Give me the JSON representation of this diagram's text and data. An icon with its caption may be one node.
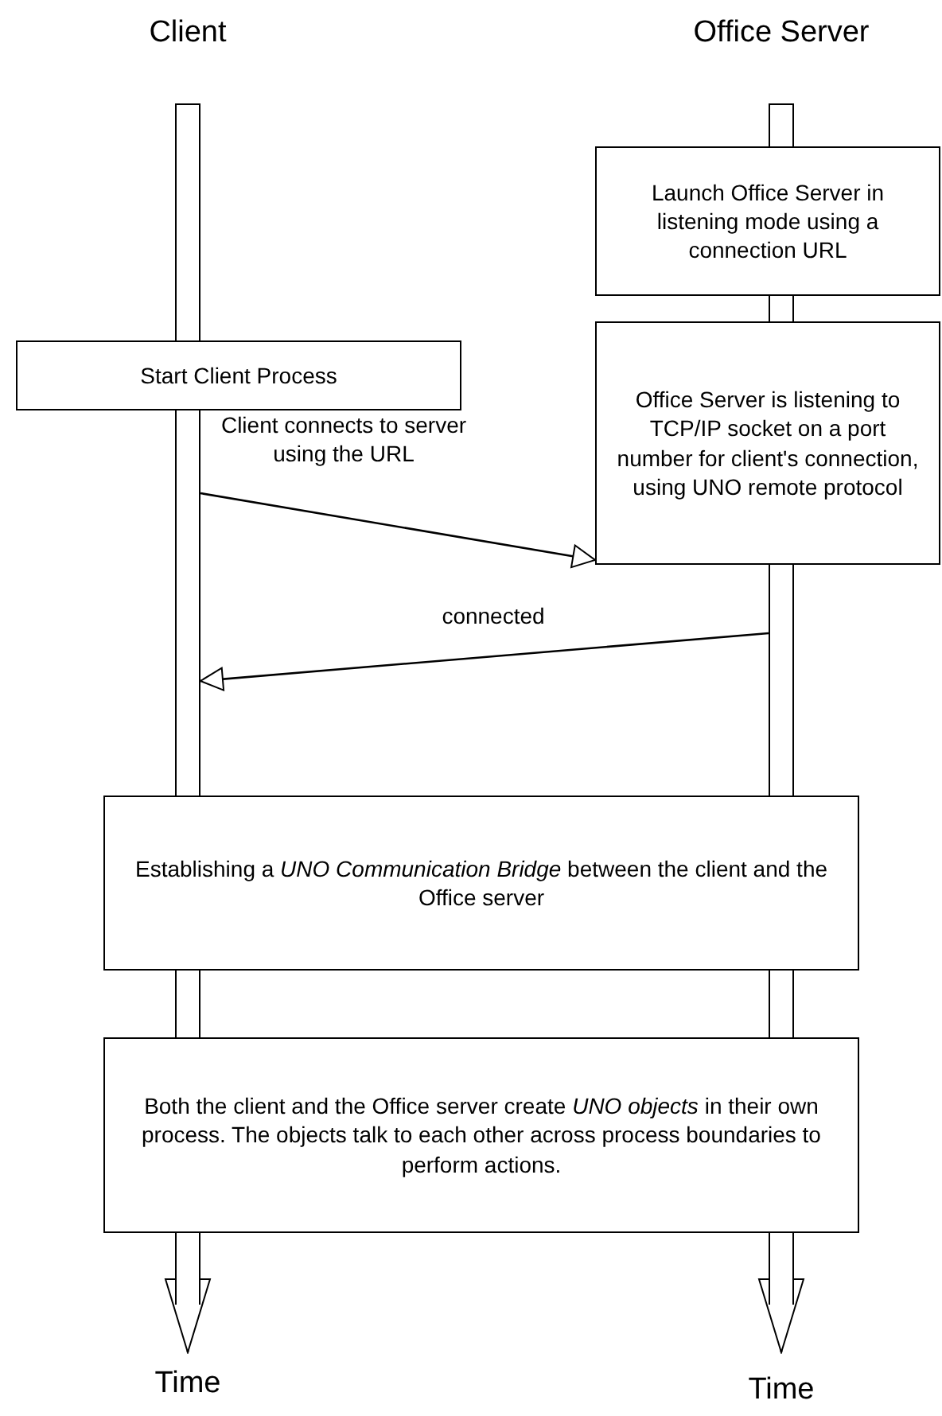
{
  "diagram": {
    "nodes": [
      {
        "text": [],
        "shape": "bar"
      },
      {
        "text": [],
        "shape": "bar"
      },
      {
        "text": [
          "Launch Office Server in listening mode using a connection URL"
        ]
      },
      {
        "text": [
          "Start Client Process"
        ]
      },
      {
        "text": [
          "Office Server is listening to TCP/IP socket on a port number for client's connection, using UNO remote protocol"
        ]
      },
      {
        "text": [
          "Establishing a *UNO Communication Bridge* between the client and the Office server"
        ]
      },
      {
        "text": [
          "Both the client and the Office server create *UNO objects* in their own process. The objects talk to each other across process boundaries to perform actions."
        ]
      },
      {
        "text": [
          "Time"
        ]
      },
      {
        "text": [
          "Time"
        ]
      },
      {
        "text": [],
        "shape": "bar"
      },
      {
        "text": [],
        "shape": "bar"
      },
      {
        "text": [],
        "shape": "bar"
      },
      {
        "text": [],
        "shape": "bar"
      },
      {
        "text": [],
        "shape": "bar"
      },
      {
        "text": [],
        "shape": "bar"
      },
      {
        "text": [],
        "shape": "bar"
      }
    ],
    "edges": [
      {
        "from": 14,
        "to": 7,
        "arrow": "to"
      },
      {
        "from": 15,
        "to": 8,
        "arrow": "to"
      },
      {
        "from": 0,
        "to": 4,
        "arrow": "to",
        "label": "Client connects to server using the URL"
      },
      {
        "from": 1,
        "to": 0,
        "arrow": "to",
        "label": "connected"
      }
    ],
    "labels": [
      "Client",
      "Office Server"
    ]
  }
}
